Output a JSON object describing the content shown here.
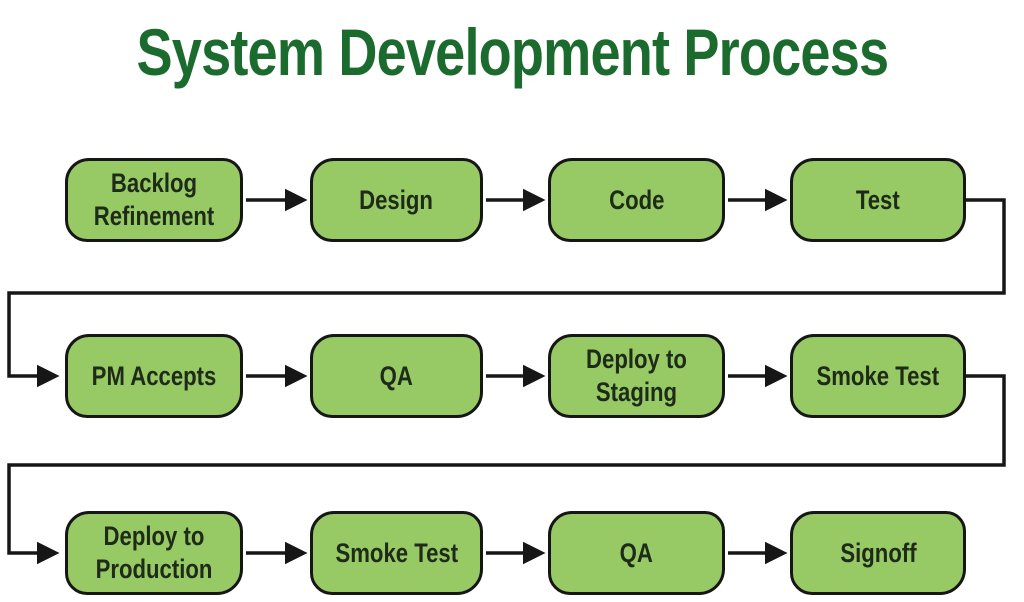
{
  "title": "System Development Process",
  "colors": {
    "title_text": "#1c6b2e",
    "box_fill": "#97c965",
    "box_border": "#161616",
    "box_text": "#1e2b18",
    "arrow": "#161616",
    "background": "#ffffff"
  },
  "rows": [
    {
      "boxes": [
        {
          "label": "Backlog Refinement"
        },
        {
          "label": "Design"
        },
        {
          "label": "Code"
        },
        {
          "label": "Test"
        }
      ]
    },
    {
      "boxes": [
        {
          "label": "PM Accepts"
        },
        {
          "label": "QA"
        },
        {
          "label": "Deploy to Staging"
        },
        {
          "label": "Smoke Test"
        }
      ]
    },
    {
      "boxes": [
        {
          "label": "Deploy to Production"
        },
        {
          "label": "Smoke Test"
        },
        {
          "label": "QA"
        },
        {
          "label": "Signoff"
        }
      ]
    }
  ],
  "edges": [
    {
      "from": "Backlog Refinement",
      "to": "Design"
    },
    {
      "from": "Design",
      "to": "Code"
    },
    {
      "from": "Code",
      "to": "Test"
    },
    {
      "from": "Test",
      "to": "PM Accepts"
    },
    {
      "from": "PM Accepts",
      "to": "QA"
    },
    {
      "from": "QA",
      "to": "Deploy to Staging"
    },
    {
      "from": "Deploy to Staging",
      "to": "Smoke Test"
    },
    {
      "from": "Smoke Test",
      "to": "Deploy to Production"
    },
    {
      "from": "Deploy to Production",
      "to": "Smoke Test"
    },
    {
      "from": "Smoke Test",
      "to": "QA"
    },
    {
      "from": "QA",
      "to": "Signoff"
    }
  ]
}
